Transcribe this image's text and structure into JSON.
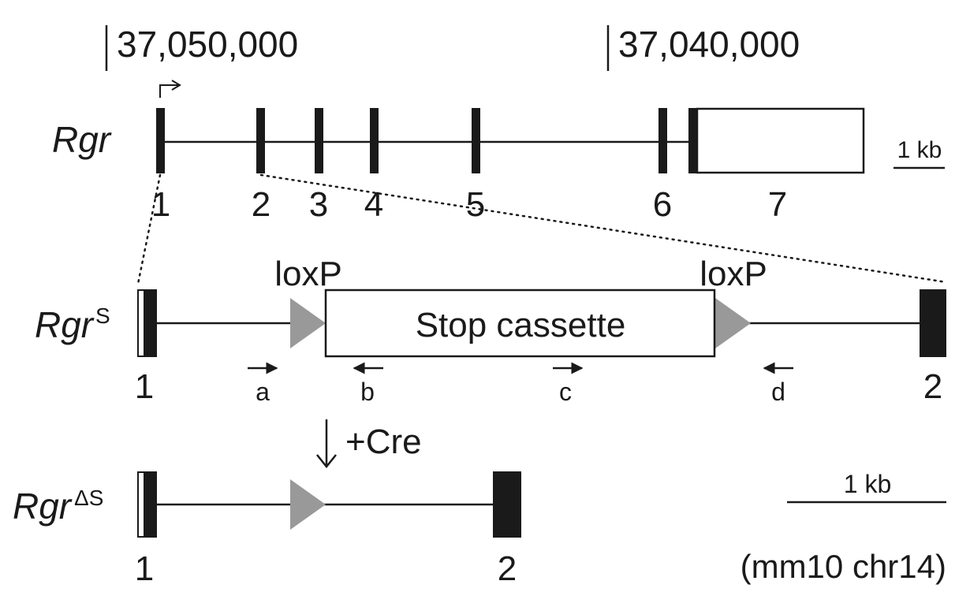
{
  "coordinates": {
    "left": "37,050,000",
    "right": "37,040,000",
    "assembly": "(mm10 chr14)"
  },
  "wildtype": {
    "gene": "Rgr",
    "exon_labels": [
      "1",
      "2",
      "3",
      "4",
      "5",
      "6",
      "7"
    ],
    "scale_bar": "1 kb"
  },
  "stop_allele": {
    "gene": "Rgr",
    "superscript": "S",
    "loxp_left": "loxP",
    "loxp_right": "loxP",
    "cassette": "Stop cassette",
    "exon_left": "1",
    "exon_right": "2",
    "primers": [
      "a",
      "b",
      "c",
      "d"
    ]
  },
  "recombination": {
    "label": "+Cre"
  },
  "deleted_allele": {
    "gene": "Rgr",
    "superscript": "ΔS",
    "exon_left": "1",
    "exon_right": "2",
    "scale_bar": "1 kb"
  },
  "colors": {
    "ink": "#1a1a1a",
    "loxp": "#999999",
    "box_fill": "#ffffff"
  }
}
